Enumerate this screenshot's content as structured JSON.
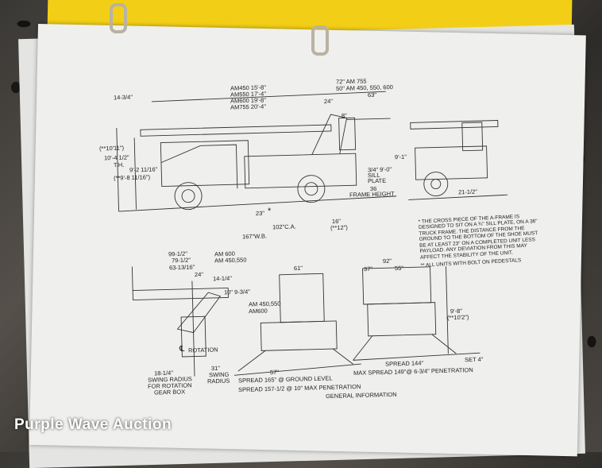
{
  "photo": {
    "watermark": "Purple Wave Auction",
    "binder_color": "#f2cf16",
    "paper_color": "#efefed"
  },
  "side_view": {
    "boom_offset": "14-3/4\"",
    "boom_lengths": [
      "AM450  15'-8\"",
      "AM550  17'-4\"",
      "AM600  19'-8\"",
      "AM755  20'-4\""
    ],
    "pedestal": [
      "72\" AM 755",
      "50\" AM 450, 550, 600"
    ],
    "d24": "24\"",
    "d63": "63\"",
    "d8": "8\"",
    "heights": [
      "(**10'11\")",
      "10'-4 1/2\"",
      "T.H.",
      "9'-2 11/16\"",
      "(**9'-8 11/16\")"
    ],
    "d91": "9'-1\"",
    "sill": [
      "3/4\"  9'-0\"",
      "SILL",
      "PLATE"
    ],
    "frame": [
      "36",
      "FRAME HEIGHT"
    ],
    "d23": "23\"",
    "ast": "*",
    "ca": "102\"C.A.",
    "d16": [
      "16\"",
      "(**12\")"
    ],
    "wb": "167\"W.B."
  },
  "rear_view": {
    "d21": "21-1/2\""
  },
  "note": {
    "star": "*",
    "text": "The cross piece of the A-frame is designed to sit on a ¾\" sill plate, on a 36\" truck frame. The distance from the ground to the bottom of the shoe must be at least 23\" on a completed unit less payload. Any deviation from this may affect the stability of the unit.",
    "bolt": "**  ALL UNITS WITH BOLT ON PEDESTALS"
  },
  "top_view": {
    "rows": [
      "99-1/2\"",
      "79-1/2\"",
      "63-13/16\""
    ],
    "models": [
      "AM 600",
      "AM 450,550"
    ],
    "d24": "24\"",
    "d14": "14-1/4\"",
    "d10": "10\"  9-3/4\"",
    "models2": [
      "AM 450,550",
      "AM600"
    ],
    "rotation": "ROTATION",
    "cl": "℄",
    "swing1": [
      "18-1/4\"",
      "SWING RADIUS",
      "FOR ROTATION",
      "GEAR BOX"
    ],
    "swing2": [
      "31\"",
      "SWING",
      "RADIUS"
    ]
  },
  "front_view": {
    "d61": "61\"",
    "d57": "57\"",
    "spread1": "SPREAD 165\" @ GROUND LEVEL",
    "spread2": "SPREAD 157-1/2 @ 10\" MAX PENETRATION"
  },
  "back_view": {
    "d92": "92\"",
    "d37": "37\"",
    "d55": "55\"",
    "h": [
      "9'-8\"",
      "(**10'2\")"
    ],
    "set": "SET 4\"",
    "spread144": "SPREAD 144\"",
    "maxspread": "MAX SPREAD 149\"@ 6-3/4\" PENETRATION"
  },
  "footer": "GENERAL   INFORMATION"
}
